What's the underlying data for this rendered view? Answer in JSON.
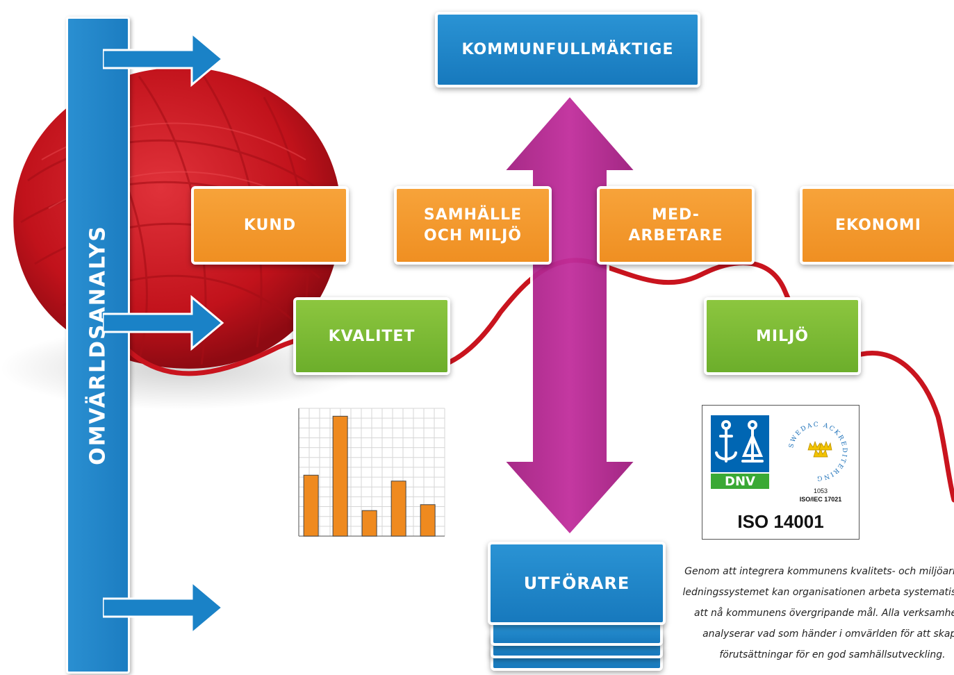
{
  "side_bar": {
    "label": "OMVÄRLDSANALYS"
  },
  "top_box": {
    "label": "KOMMUNFULLMÄKTIGE"
  },
  "perspectives": [
    {
      "label": "KUND"
    },
    {
      "label": "SAMHÄLLE OCH MILJÖ"
    },
    {
      "label": "MED-ARBETARE"
    },
    {
      "label": "EKONOMI"
    }
  ],
  "systems": [
    {
      "label": "KVALITET"
    },
    {
      "label": "MILJÖ"
    }
  ],
  "bottom_box": {
    "label": "UTFÖRARE"
  },
  "certificate": {
    "brand": "DNV",
    "seal_text": "SWEDAC ACKREDITERING",
    "accreditation_number": "1053",
    "accreditation_standard": "ISO/IEC 17021",
    "standard": "ISO 14001"
  },
  "description": "Genom att integrera kommunens kvalitets- och miljöarbete i ledningssystemet kan organisationen arbeta systematiskt för att nå kommunens övergripande mål. Alla verksamheter analyserar vad som händer i omvärlden för att skapa förutsättningar för en god samhällsutveckling.",
  "colors": {
    "blue": "#1a82c7",
    "orange": "#f19a2c",
    "green": "#7cbb35",
    "magenta": "#b3278f",
    "yarn": "#c9141e"
  },
  "chart_data": {
    "type": "bar",
    "categories": [
      "",
      "",
      "",
      "",
      ""
    ],
    "values": [
      31,
      61,
      13,
      28,
      16
    ],
    "ylim": [
      0,
      65
    ],
    "grid": true
  }
}
